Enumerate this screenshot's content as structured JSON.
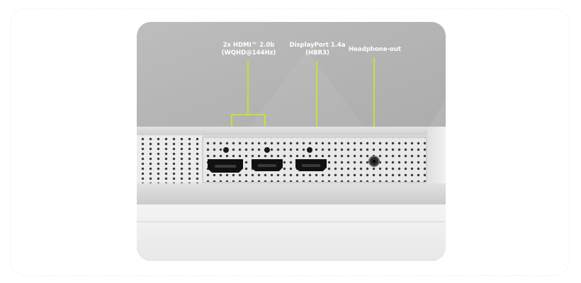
{
  "callouts": {
    "hdmi": {
      "line1": "2x HDMI™ 2.0b",
      "line2": "(WQHD@144Hz)"
    },
    "displayport": {
      "line1": "DisplayPort 1.4a",
      "line2": "(HBR3)"
    },
    "headphone": {
      "line1": "Headphone-out"
    }
  },
  "colors": {
    "callout_line": "#c6e03b",
    "label_text": "#ffffff",
    "background": "#b4b4b4"
  },
  "icons": [
    "hdmi-port-icon",
    "displayport-port-icon",
    "headphone-jack-icon"
  ]
}
